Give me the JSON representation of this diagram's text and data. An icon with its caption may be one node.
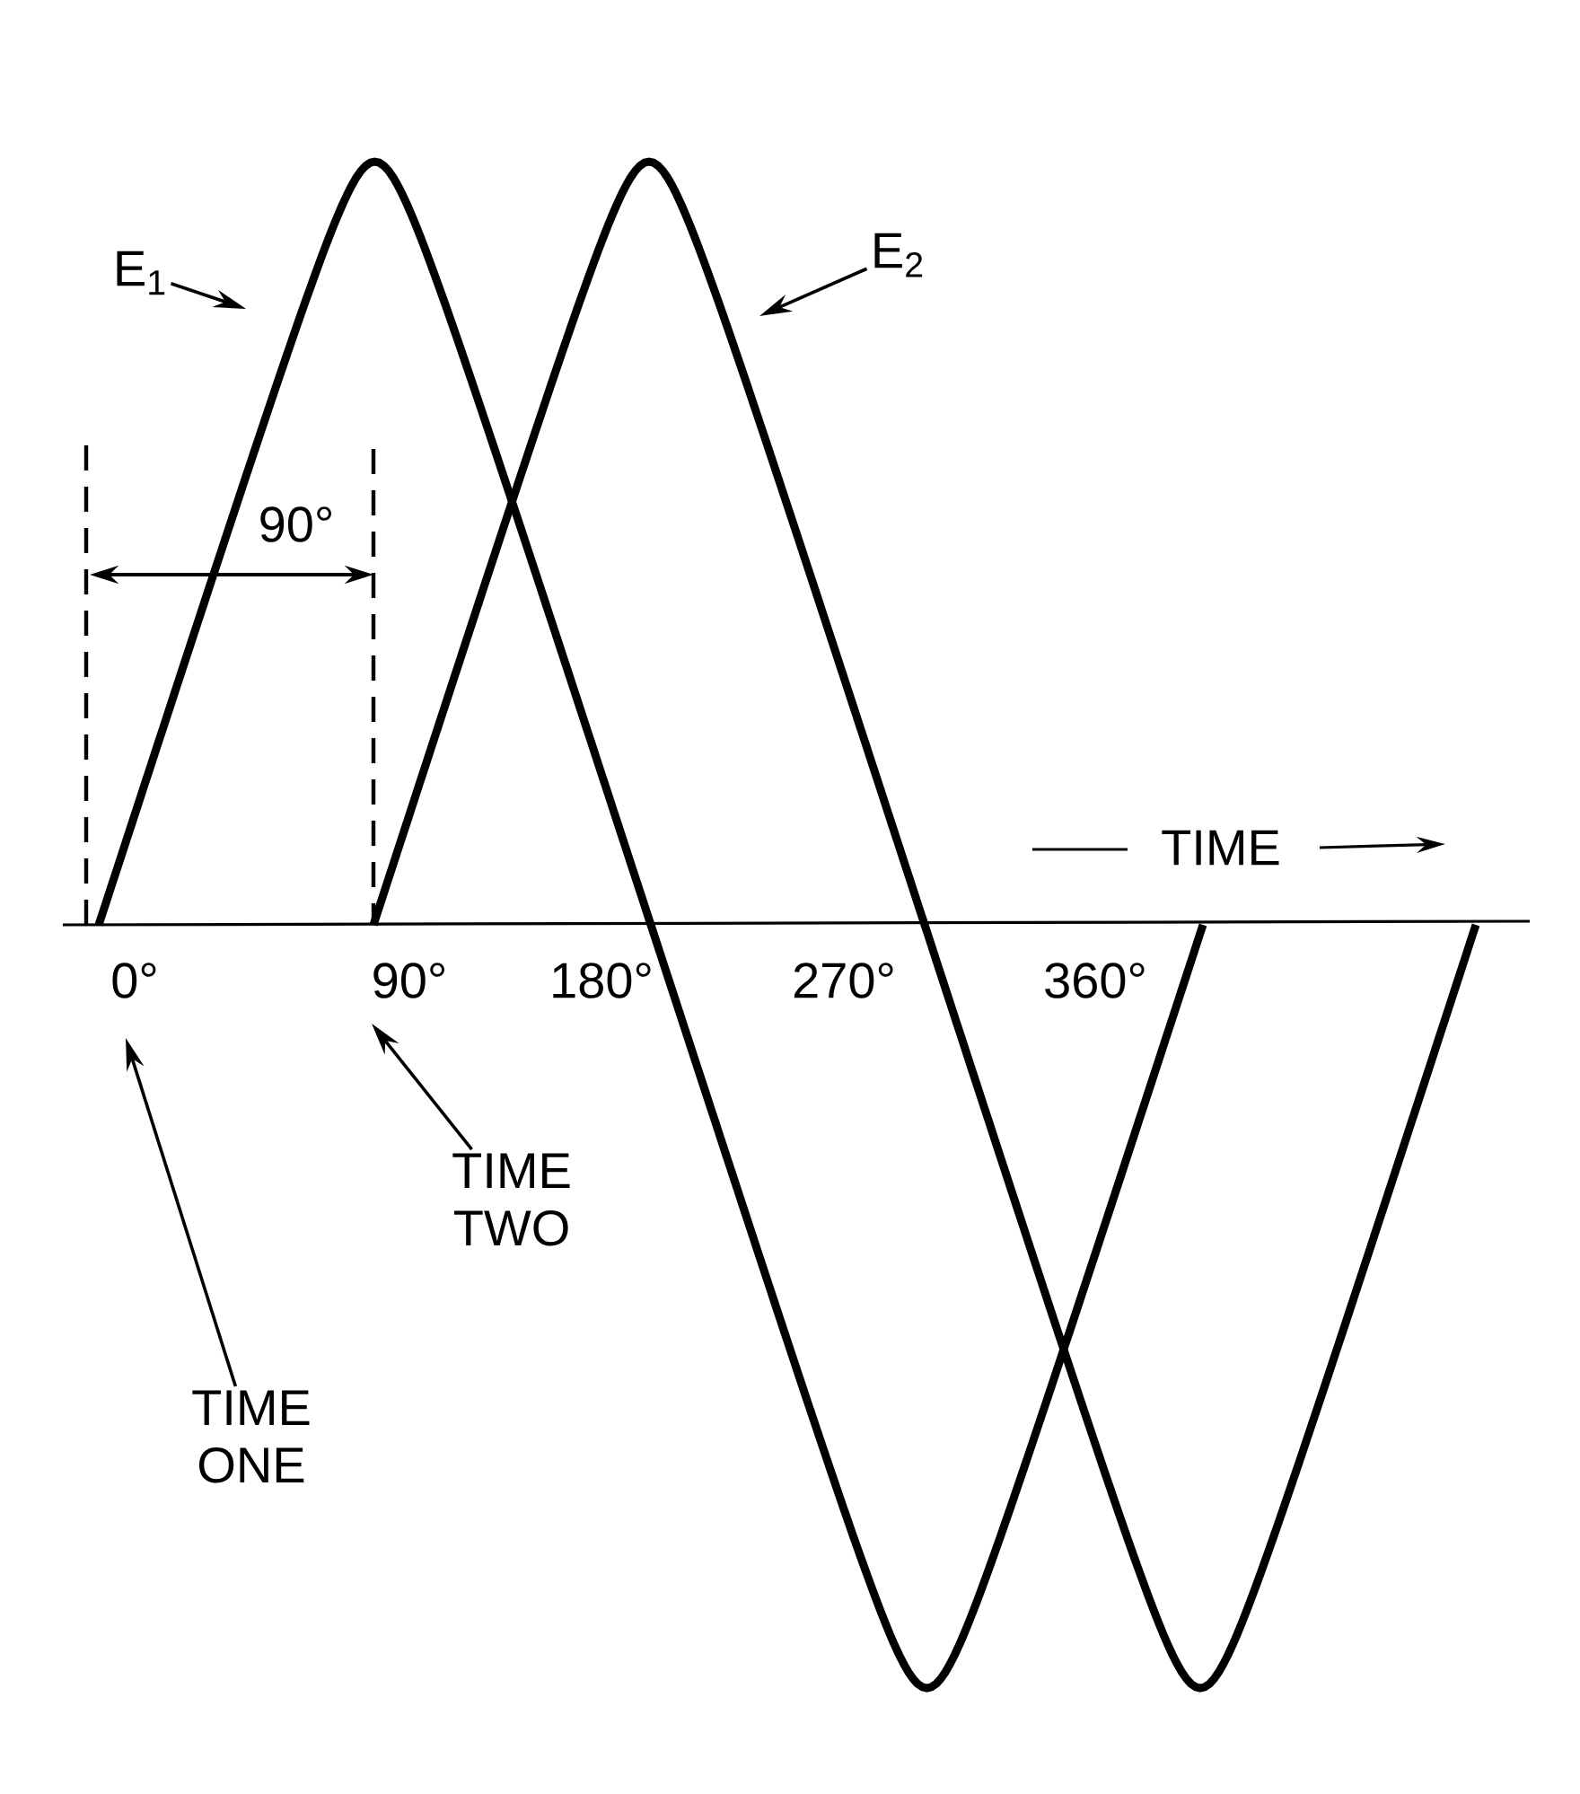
{
  "diagram": {
    "nodes": [
      {
        "text": [
          "E$_{1}$"
        ]
      },
      {
        "text": [
          "E$_{2}$"
        ]
      },
      {
        "text": [
          "TIME TWO"
        ]
      },
      {
        "text": [
          "TIME ONE"
        ]
      }
    ],
    "edges": [
      {
        "from": 0,
        "to": null,
        "arrow": "to"
      },
      {
        "from": 1,
        "to": null,
        "arrow": "to"
      },
      {
        "from": 2,
        "to": null,
        "arrow": "to"
      },
      {
        "from": 3,
        "to": null,
        "arrow": "to"
      }
    ],
    "labels": [
      "90°",
      "TIME",
      "0°",
      "90°",
      "180°",
      "270°",
      "360°"
    ]
  }
}
